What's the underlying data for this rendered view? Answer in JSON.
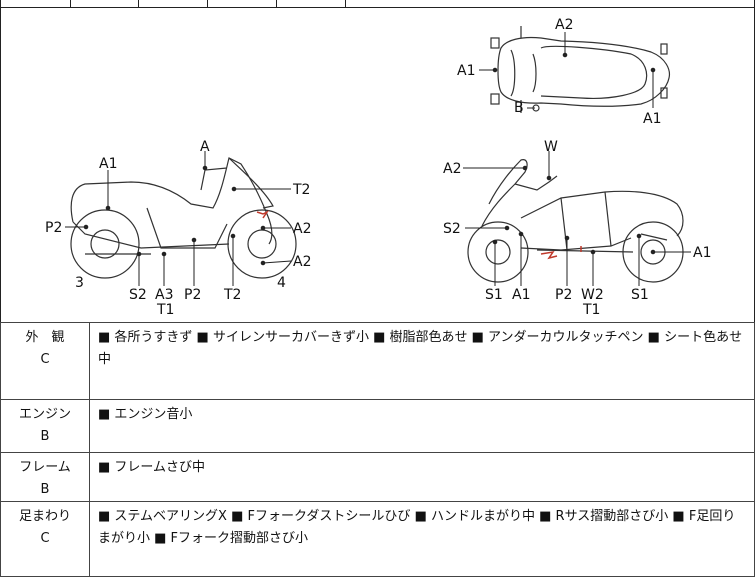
{
  "diagram_labels": {
    "top_view": {
      "a1": "A1",
      "a2_top": "A2",
      "a1_right": "A1",
      "b": "B"
    },
    "left_view": {
      "a_top": "A",
      "a1": "A1",
      "t2": "T2",
      "p2_left": "P2",
      "a2_front": "A2",
      "a2_lower": "A2",
      "three": "3",
      "s2": "S2",
      "a3": "A3",
      "t1": "T1",
      "p2_bottom": "P2",
      "t2_bottom": "T2",
      "four": "4"
    },
    "right_view": {
      "w_top": "W",
      "a2": "A2",
      "s2": "S2",
      "a1_right": "A1",
      "s1_left": "S1",
      "a1_bottom": "A1",
      "p2": "P2",
      "w2": "W2",
      "t1": "T1",
      "s1_right": "S1"
    }
  },
  "rows": [
    {
      "title": "外　観",
      "grade": "C",
      "text": "■ 各所うすきず ■ サイレンサーカバーきず小 ■ 樹脂部色あせ ■ アンダーカウルタッチペン ■ シート色あせ中"
    },
    {
      "title": "エンジン",
      "grade": "B",
      "text": "■ エンジン音小"
    },
    {
      "title": "フレーム",
      "grade": "B",
      "text": "■ フレームさび中"
    },
    {
      "title": "足まわり",
      "grade": "C",
      "text": "■ ステムベアリングX ■ Fフォークダストシールひび ■ ハンドルまがり中 ■ Rサス摺動部さび小 ■ F足回りまがり小 ■ Fフォーク摺動部さび小"
    }
  ]
}
